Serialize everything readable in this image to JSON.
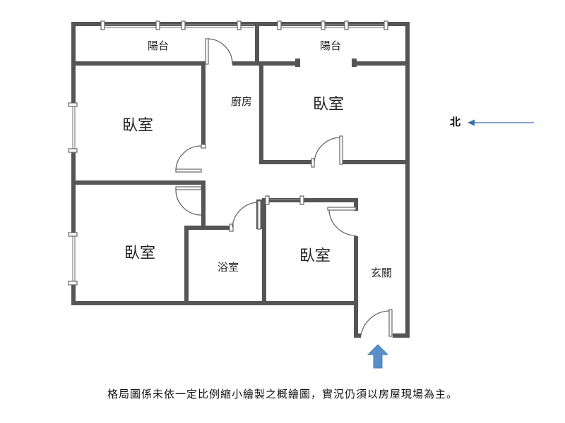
{
  "rooms": {
    "balcony_left": "陽台",
    "balcony_right": "陽台",
    "kitchen": "廚房",
    "bedroom_nw": "臥室",
    "bedroom_ne": "臥室",
    "bedroom_sw": "臥室",
    "bedroom_center": "臥室",
    "bathroom": "浴室",
    "entrance": "玄關"
  },
  "compass": {
    "label": "北"
  },
  "colors": {
    "wall": "#555555",
    "entry_arrow": "#5b8ec9",
    "compass_arrow": "#3b6ea5"
  },
  "caption": "格局圖係未依一定比例縮小繪製之概繪圖，實況仍須以房屋現場為主。"
}
